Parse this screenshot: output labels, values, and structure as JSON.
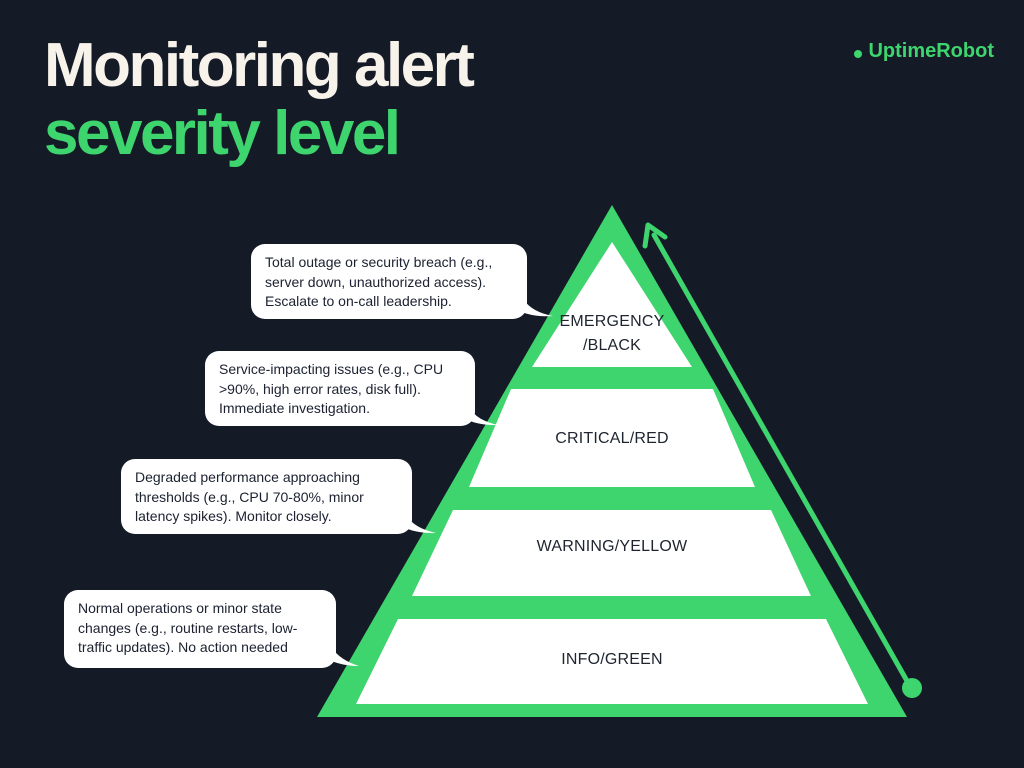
{
  "header": {
    "title_line1": "Monitoring alert",
    "title_line2": "severity level",
    "brand": "UptimeRobot"
  },
  "colors": {
    "background": "#141a26",
    "accent": "#3ed46e",
    "title_text": "#f7f2ea",
    "tier_fill": "#ffffff"
  },
  "pyramid": {
    "levels": [
      {
        "label_lines": [
          "EMERGENCY",
          "/BLACK"
        ],
        "description": "Total outage or security breach (e.g., server down, unauthorized access). Escalate to on-call leadership."
      },
      {
        "label_lines": [
          "CRITICAL/RED"
        ],
        "description": "Service-impacting issues (e.g., CPU >90%, high error rates, disk full). Immediate investigation."
      },
      {
        "label_lines": [
          "WARNING/YELLOW"
        ],
        "description": "Degraded performance approaching thresholds (e.g., CPU 70-80%, minor latency spikes). Monitor closely."
      },
      {
        "label_lines": [
          "INFO/GREEN"
        ],
        "description": "Normal operations or minor state changes (e.g., routine restarts, low-traffic updates). No action needed"
      }
    ]
  }
}
